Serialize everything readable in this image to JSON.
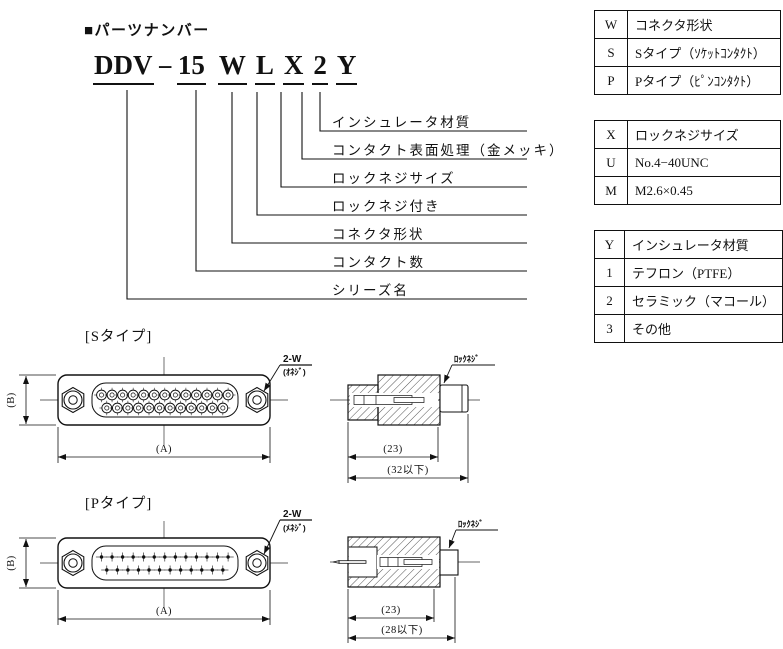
{
  "title": "■パーツナンバー",
  "part_number": {
    "series": "DDV",
    "separator": "−",
    "contacts": "15",
    "shape": "W",
    "lockscrew": "L",
    "lockscrew_size": "X",
    "plating": "2",
    "insulator": "Y"
  },
  "callouts": [
    "インシュレータ材質",
    "コンタクト表面処理（金メッキ）",
    "ロックネジサイズ",
    "ロックネジ付き",
    "コネクタ形状",
    "コンタクト数",
    "シリーズ名"
  ],
  "tables": [
    {
      "name": "connector-shape",
      "rows": [
        [
          "W",
          "コネクタ形状"
        ],
        [
          "S",
          "Sタイプ（ｿｹｯﾄｺﾝﾀｸﾄ）"
        ],
        [
          "P",
          "Pタイプ（ﾋﾟﾝｺﾝﾀｸﾄ）"
        ]
      ]
    },
    {
      "name": "lockscrew-size",
      "rows": [
        [
          "X",
          "ロックネジサイズ"
        ],
        [
          "U",
          "No.4−40UNC"
        ],
        [
          "M",
          "M2.6×0.45"
        ]
      ]
    },
    {
      "name": "insulator-material",
      "rows": [
        [
          "Y",
          "インシュレータ材質"
        ],
        [
          "1",
          "テフロン（PTFE）"
        ],
        [
          "2",
          "セラミック（マコール）"
        ],
        [
          "3",
          "その他"
        ]
      ]
    }
  ],
  "drawings": {
    "s": {
      "label": "[Sタイプ]",
      "screw_callout": "2-W",
      "screw_thread": "(ｵﾈｼﾞ)",
      "dim_width": "(A)",
      "dim_height": "(B)",
      "side_dim_body": "(23)",
      "side_dim_total": "(32以下)",
      "lockscrew_label": "ﾛｯｸﾈｼﾞ"
    },
    "p": {
      "label": "[Pタイプ]",
      "screw_callout": "2-W",
      "screw_thread": "(ﾒﾈｼﾞ)",
      "dim_width": "(A)",
      "dim_height": "(B)",
      "side_dim_body": "(23)",
      "side_dim_total": "(28以下)",
      "lockscrew_label": "ﾛｯｸﾈｼﾞ"
    }
  },
  "colors": {
    "ink": "#111111",
    "background": "#ffffff"
  }
}
